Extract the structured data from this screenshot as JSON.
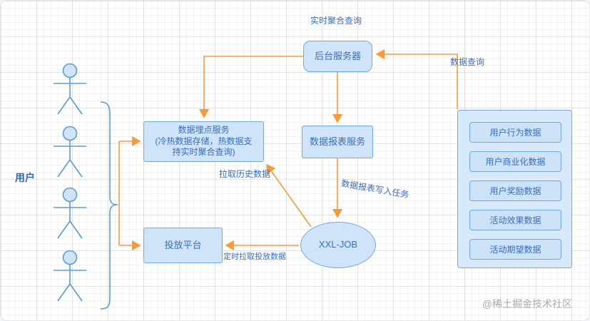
{
  "page": {
    "watermark": "@稀土掘金技术社区"
  },
  "colors": {
    "node_fill": "#cfe4f8",
    "node_border": "#74a7dc",
    "node_text": "#3b6db8",
    "arrow": "#f59b3e",
    "figure_stroke": "#5b9bd5"
  },
  "labels": {
    "realtime_query": "实时聚合查询",
    "data_query": "数据查询",
    "pull_history": "拉取历史数据",
    "report_write_task": "数据报表写入任务",
    "scheduled_pull": "定时拉取投放数据",
    "user_group": "用户"
  },
  "nodes": {
    "backend_server": "后台服务器",
    "tracking_service": "数据埋点服务\n(冷热数据存储，热数据支\n持实时聚合查询)",
    "report_service": "数据报表服务",
    "delivery_platform": "投放平台",
    "xxl_job": "XXL-JOB"
  },
  "data_store": {
    "items": [
      "用户行为数据",
      "用户商业化数据",
      "用户奖励数据",
      "活动效果数据",
      "活动期望数据"
    ]
  }
}
